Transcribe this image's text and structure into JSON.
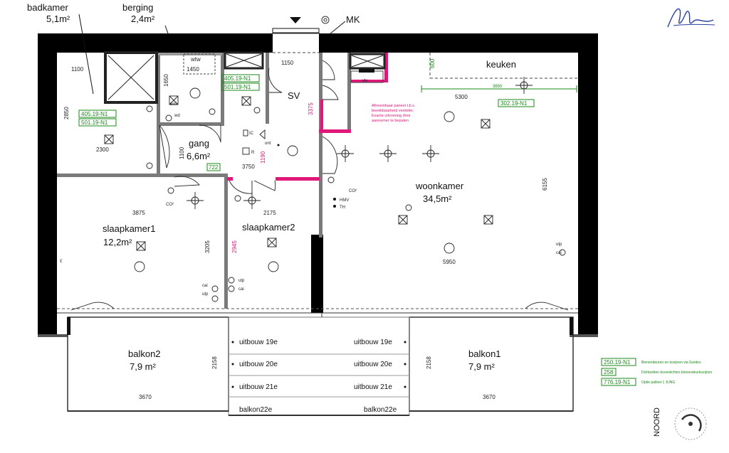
{
  "top_labels": {
    "badkamer": {
      "name": "badkamer",
      "area": "5,1m²"
    },
    "berging": {
      "name": "berging",
      "area": "2,4m²"
    },
    "mk": "MK"
  },
  "rooms": {
    "keuken": "keuken",
    "sv": "SV",
    "gang": {
      "name": "gang",
      "area": "6,6m²"
    },
    "wtw": "wtw",
    "woonkamer": {
      "name": "woonkamer",
      "area": "34,5m²"
    },
    "slaapkamer1": {
      "name": "slaapkamer1",
      "area": "12,2m²"
    },
    "slaapkamer2": {
      "name": "slaapkamer2"
    },
    "balkon2": {
      "name": "balkon2",
      "area": "7,9  m²"
    },
    "balkon1": {
      "name": "balkon1",
      "area": "7,9  m²"
    }
  },
  "uitbouw": {
    "left": [
      "uitbouw 19e",
      "uitbouw 20e",
      "uitbouw 21e",
      "balkon22e"
    ],
    "right": [
      "uitbouw 19e",
      "uitbouw 20e",
      "uitbouw 21e",
      "balkon22e"
    ]
  },
  "dimensions": {
    "d1100a": "1100",
    "d2850": "2850",
    "d2300": "2300",
    "d1650": "1650",
    "d1450": "1450",
    "d1150": "1150",
    "d600": "600",
    "d3650": "3650",
    "d5300": "5300",
    "d3375": "3375",
    "d1100b": "1100",
    "d3750": "3750",
    "d1190": "1190",
    "d6155": "6155",
    "d3875": "3875",
    "d2175": "2175",
    "d3205": "3205",
    "d2945": "2945",
    "d5950": "5950",
    "d2158a": "2158",
    "d2158b": "2158",
    "d3670a": "3670",
    "d3670b": "3670"
  },
  "codes": {
    "c405a": "405.19-N1",
    "c501a": "501.19-N1",
    "c405b": "405.19-N1",
    "c501b": "501.19-N1",
    "c302": "302.19-N1",
    "c722": "722"
  },
  "pink_note": [
    "Afneembaar paneel t.b.v.",
    "bereikbaarheid verdeler.",
    "Exacte uitvoering door",
    "aannemer te bepalen"
  ],
  "legend": [
    {
      "code": "250.19-N1",
      "text": "Binnendeuren en kozijnen via Svedex"
    },
    {
      "code": "258",
      "text": "Dichtzetten bovenlichten binnendeurkozijnen"
    },
    {
      "code": "776.19-N1",
      "text": "Optie pakket 1 JUNG"
    }
  ],
  "symbols": {
    "wm": "wm",
    "wd": "wd",
    "ic": "IC",
    "ont": "ont",
    "r": "R",
    "co2": "CO²",
    "hmv": "HMV",
    "th": "TH",
    "utp": "utp",
    "cai": "cai",
    "vlv": "vlv"
  },
  "compass": "NOORD",
  "colors": {
    "wall": "#000000",
    "pink": "#e0187a",
    "green": "#1a8a1a"
  }
}
